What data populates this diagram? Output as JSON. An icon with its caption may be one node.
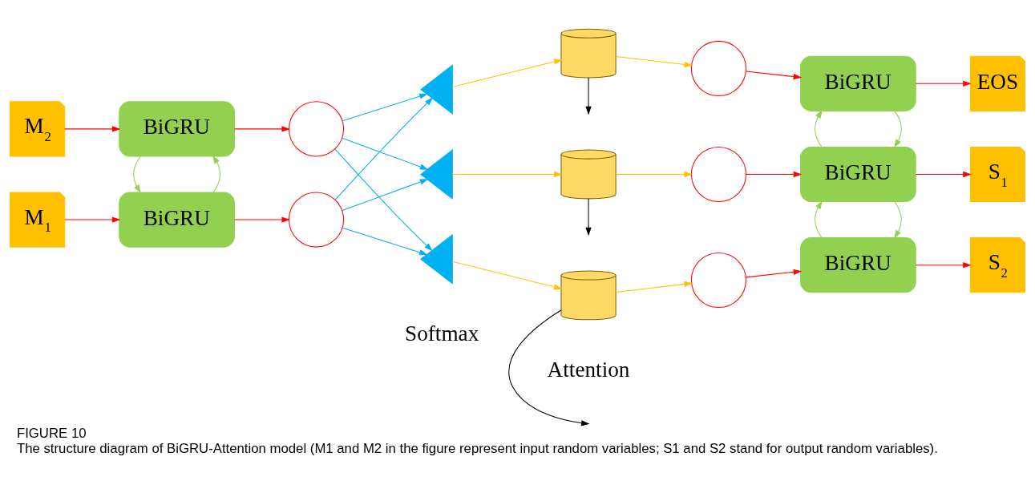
{
  "diagram": {
    "title": "FIGURE 10",
    "caption": "The structure diagram of BiGRU-Attention model (M1 and M2 in the figure represent input random variables; S1 and S2 stand for output random variables).",
    "nodes": [
      {
        "text": [
          "M$_{1}$"
        ]
      },
      {
        "text": [
          "BiGRU"
        ]
      },
      {
        "text": [
          "M$_{2}$"
        ]
      },
      {
        "text": [
          "BiGRU"
        ]
      },
      {
        "text": [],
        "shape": "circle"
      },
      {
        "text": [],
        "shape": "circle"
      },
      {
        "text": [],
        "shape": "triangle"
      },
      {
        "text": [],
        "shape": "triangle"
      },
      {
        "text": [],
        "shape": "triangle"
      },
      {
        "text": [],
        "shape": "cylinder"
      },
      {
        "text": [],
        "shape": "cylinder"
      },
      {
        "text": [],
        "shape": "cylinder"
      },
      {
        "text": [],
        "shape": "circle"
      },
      {
        "text": [],
        "shape": "circle"
      },
      {
        "text": [],
        "shape": "circle"
      },
      {
        "text": [
          "BiGRU"
        ]
      },
      {
        "text": [
          "EOS"
        ]
      },
      {
        "text": [
          "BiGRU"
        ]
      },
      {
        "text": [
          "S$_{1}$"
        ]
      },
      {
        "text": [
          "BiGRU"
        ]
      },
      {
        "text": [
          "S$_{2}$"
        ]
      }
    ],
    "edges": [
      {
        "from": 0,
        "to": 1,
        "arrow": "to"
      },
      {
        "from": 2,
        "to": 3,
        "arrow": "to"
      },
      {
        "from": 1,
        "to": 3,
        "arrow": "to",
        "color": "#92d050"
      },
      {
        "from": 3,
        "to": 1,
        "arrow": "to",
        "color": "#92d050"
      },
      {
        "from": 1,
        "to": 4,
        "arrow": "to"
      },
      {
        "from": 3,
        "to": 5,
        "arrow": "to"
      },
      {
        "from": 4,
        "to": 6,
        "arrow": "to",
        "color": "#00b0f0"
      },
      {
        "from": 4,
        "to": 7,
        "arrow": "to",
        "color": "#00b0f0"
      },
      {
        "from": 4,
        "to": 8,
        "arrow": "to",
        "color": "#00b0f0"
      },
      {
        "from": 5,
        "to": 6,
        "arrow": "to",
        "color": "#00b0f0"
      },
      {
        "from": 5,
        "to": 7,
        "arrow": "to",
        "color": "#00b0f0"
      },
      {
        "from": 5,
        "to": 8,
        "arrow": "to",
        "color": "#00b0f0"
      },
      {
        "from": 6,
        "to": 9,
        "arrow": "to",
        "color": "#ffc000"
      },
      {
        "from": 7,
        "to": 10,
        "arrow": "to",
        "color": "#ffc000"
      },
      {
        "from": 8,
        "to": 11,
        "arrow": "to",
        "color": "#ffc000"
      },
      {
        "from": 9,
        "to": null,
        "arrow": "to",
        "color": "#000000"
      },
      {
        "from": 10,
        "to": null,
        "arrow": "to",
        "color": "#000000"
      },
      {
        "from": 11,
        "to": null,
        "arrow": "to",
        "color": "#000000"
      },
      {
        "from": 9,
        "to": 12,
        "arrow": "to",
        "color": "#ffc000"
      },
      {
        "from": 10,
        "to": 13,
        "arrow": "to",
        "color": "#ffc000"
      },
      {
        "from": 11,
        "to": 14,
        "arrow": "to",
        "color": "#ffc000"
      },
      {
        "from": 12,
        "to": 15,
        "arrow": "to"
      },
      {
        "from": 13,
        "to": 17,
        "arrow": "to"
      },
      {
        "from": 14,
        "to": 19,
        "arrow": "to"
      },
      {
        "from": 15,
        "to": 17,
        "arrow": "to",
        "color": "#92d050"
      },
      {
        "from": 17,
        "to": 15,
        "arrow": "to",
        "color": "#92d050"
      },
      {
        "from": 17,
        "to": 19,
        "arrow": "to",
        "color": "#92d050"
      },
      {
        "from": 19,
        "to": 17,
        "arrow": "to",
        "color": "#92d050"
      },
      {
        "from": 15,
        "to": 16,
        "arrow": "to"
      },
      {
        "from": 17,
        "to": 18,
        "arrow": "to"
      },
      {
        "from": 19,
        "to": 20,
        "arrow": "to"
      }
    ],
    "labels": [
      "Softmax",
      "Attention"
    ]
  }
}
